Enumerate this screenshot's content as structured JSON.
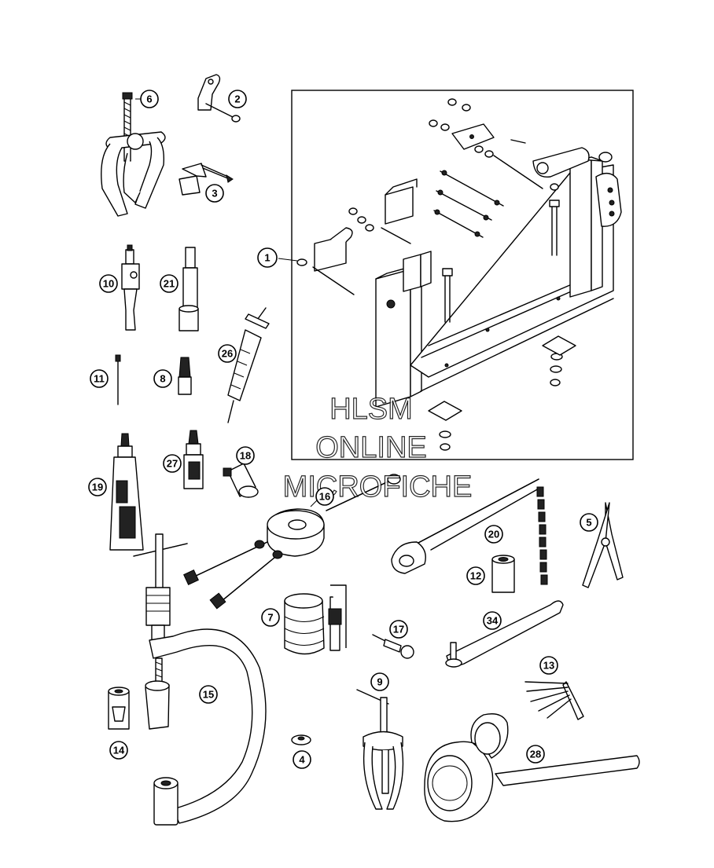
{
  "watermark": {
    "line1": "HLSM",
    "line2": "ONLINE",
    "line3": "MICROFICHE"
  },
  "callouts": {
    "c1": "1",
    "c2": "2",
    "c3": "3",
    "c4": "4",
    "c5": "5",
    "c6": "6",
    "c7": "7",
    "c8": "8",
    "c9": "9",
    "c10": "10",
    "c11": "11",
    "c12": "12",
    "c13": "13",
    "c14": "14",
    "c15": "15",
    "c16": "16",
    "c17": "17",
    "c18": "18",
    "c19": "19",
    "c20": "20",
    "c21": "21",
    "c26": "26",
    "c27": "27",
    "c28": "28",
    "c34": "34"
  }
}
